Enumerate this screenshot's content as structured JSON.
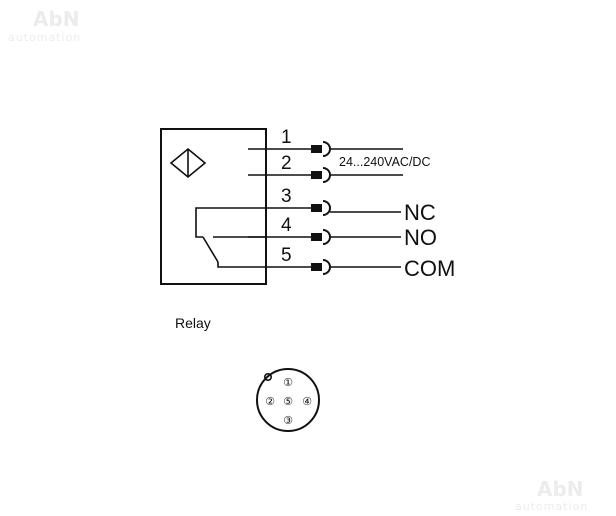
{
  "watermark": {
    "brand": "AbN",
    "tagline": "automation"
  },
  "pins": [
    "1",
    "2",
    "3",
    "4",
    "5"
  ],
  "supply_label": "24...240VAC/DC",
  "outputs": {
    "nc": "NC",
    "no": "NO",
    "com": "COM"
  },
  "caption": "Relay",
  "connector_pins": {
    "top": "①",
    "left": "②",
    "center": "⑤",
    "right": "④",
    "bottom": "③"
  }
}
